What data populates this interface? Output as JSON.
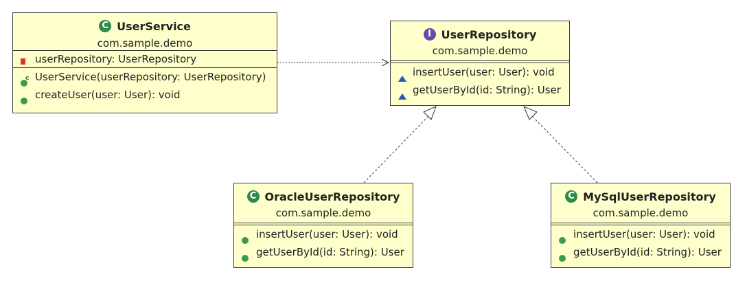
{
  "classes": {
    "userService": {
      "name": "UserService",
      "package": "com.sample.demo",
      "fields": [
        "userRepository: UserRepository"
      ],
      "methods": [
        "UserService(userRepository: UserRepository)",
        "createUser(user: User): void"
      ],
      "icon": "class-icon",
      "icon_letter": "C"
    },
    "userRepository": {
      "name": "UserRepository",
      "package": "com.sample.demo",
      "methods": [
        "insertUser(user: User): void",
        "getUserById(id: String): User"
      ],
      "icon": "interface-icon",
      "icon_letter": "I"
    },
    "oracleUserRepository": {
      "name": "OracleUserRepository",
      "package": "com.sample.demo",
      "methods": [
        "insertUser(user: User): void",
        "getUserById(id: String): User"
      ],
      "icon": "class-icon",
      "icon_letter": "C"
    },
    "mySqlUserRepository": {
      "name": "MySqlUserRepository",
      "package": "com.sample.demo",
      "methods": [
        "insertUser(user: User): void",
        "getUserById(id: String): User"
      ],
      "icon": "class-icon",
      "icon_letter": "C"
    }
  },
  "constructor_marker": "c",
  "colors": {
    "box_fill": "#ffffcc",
    "class_icon": "#2f8a4a",
    "interface_icon": "#6a4aa8",
    "abstract_method": "#2a55b0"
  }
}
